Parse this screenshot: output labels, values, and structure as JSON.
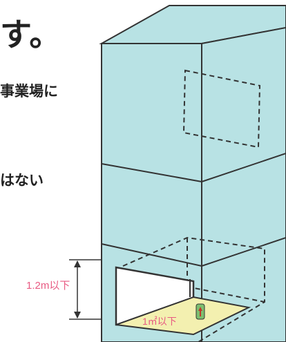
{
  "heading": {
    "fragment": "す。"
  },
  "body": {
    "line1": "事業場に",
    "line2": "はない"
  },
  "diagram": {
    "height_label": "1.2m以下",
    "area_label": "1㎡以下",
    "colors": {
      "building_fill": "#b8e2e4",
      "outline": "#333333",
      "floor_fill": "#f3f0b0",
      "label": "#e85a82",
      "marker": "#7dbf6f"
    }
  }
}
